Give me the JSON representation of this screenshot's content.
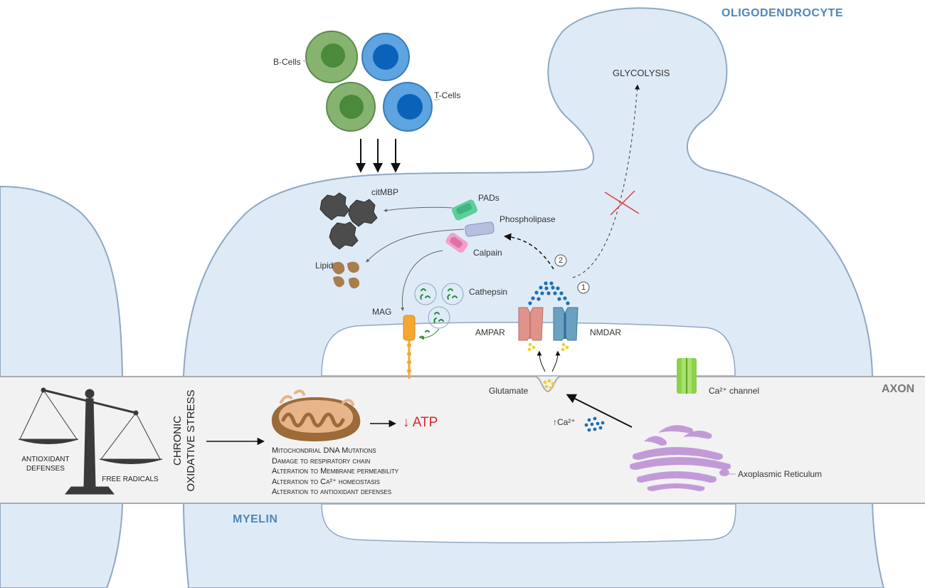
{
  "titles": {
    "oligodendrocyte": "OLIGODENDROCYTE",
    "axon": "AXON",
    "myelin": "MYELIN",
    "glycolysis": "GLYCOLYSIS"
  },
  "immune_cells": {
    "b_cells": "B-Cells",
    "t_cells": "T-Cells"
  },
  "proteins": {
    "citmbp": "citMBP",
    "pads": "PADs",
    "phospholipase": "Phospholipase",
    "calpain": "Calpain",
    "lipid": "Lipid",
    "cathepsin": "Cathepsin",
    "mag": "MAG"
  },
  "receptors": {
    "ampar": "AMPAR",
    "nmdar": "NMDAR",
    "glutamate": "Glutamate",
    "ca_channel": "Ca²⁺ channel",
    "ca_increase": "↑Ca²⁺",
    "axoplasmic_reticulum": "Axoplasmic Reticulum"
  },
  "pathway_steps": {
    "step_1": "1",
    "step_2": "2"
  },
  "stress": {
    "chronic_line1": "CHRONIC",
    "chronic_line2": "OXIDATIVE STRESS",
    "antioxidant_line1": "ANTIOXIDANT",
    "antioxidant_line2": "DEFENSES",
    "free_radicals": "FREE RADICALS"
  },
  "mitochondria": {
    "atp": "↓ ATP",
    "effects": [
      "Mitochondrial DNA Mutations",
      "Damage to respiratory chain",
      "Alteration to Membrane permeability",
      "Alteration to Ca²⁺ homeostasis",
      "Alteration to antioxidant defenses"
    ]
  },
  "colors": {
    "cell_fill": "#deebf7",
    "cell_stroke": "#8fa8c2",
    "axon_fill": "#f3f3f3",
    "b_cell": "#74a561",
    "t_cell": "#4d97d6",
    "atp_red": "#d9262c",
    "title_blue": "#4f86b8"
  }
}
